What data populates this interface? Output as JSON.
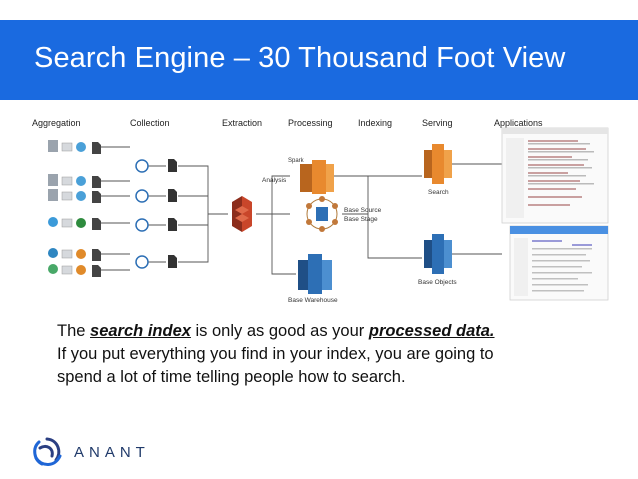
{
  "title": "Search Engine – 30 Thousand Foot View",
  "diagram": {
    "stages": [
      "Aggregation",
      "Collection",
      "Extraction",
      "Processing",
      "Indexing",
      "Serving",
      "Applications"
    ],
    "labels": {
      "spark": "Spark",
      "analysis": "Analysis",
      "base_source": "Base Source",
      "base_stage": "Base Stage",
      "base_warehouse": "Base Warehouse",
      "search": "Search",
      "base_objects": "Base Objects"
    },
    "colors": {
      "aws_orange": "#e8892e",
      "aws_red": "#c9462a",
      "aws_blue": "#2d6fb5",
      "line": "#555555",
      "title_bar": "#1a6ae0"
    }
  },
  "text": {
    "line1_pre": "The ",
    "line1_kw1": "search index",
    "line1_mid": " is only as good as your ",
    "line1_kw2": "processed data",
    "line1_post": ".",
    "line2": "If you put everything you find in your index, you are going to",
    "line3": "spend a lot of time telling people how to search."
  },
  "logo": {
    "wordmark": "ANANT",
    "icon": "anant-knot-logo-icon"
  }
}
